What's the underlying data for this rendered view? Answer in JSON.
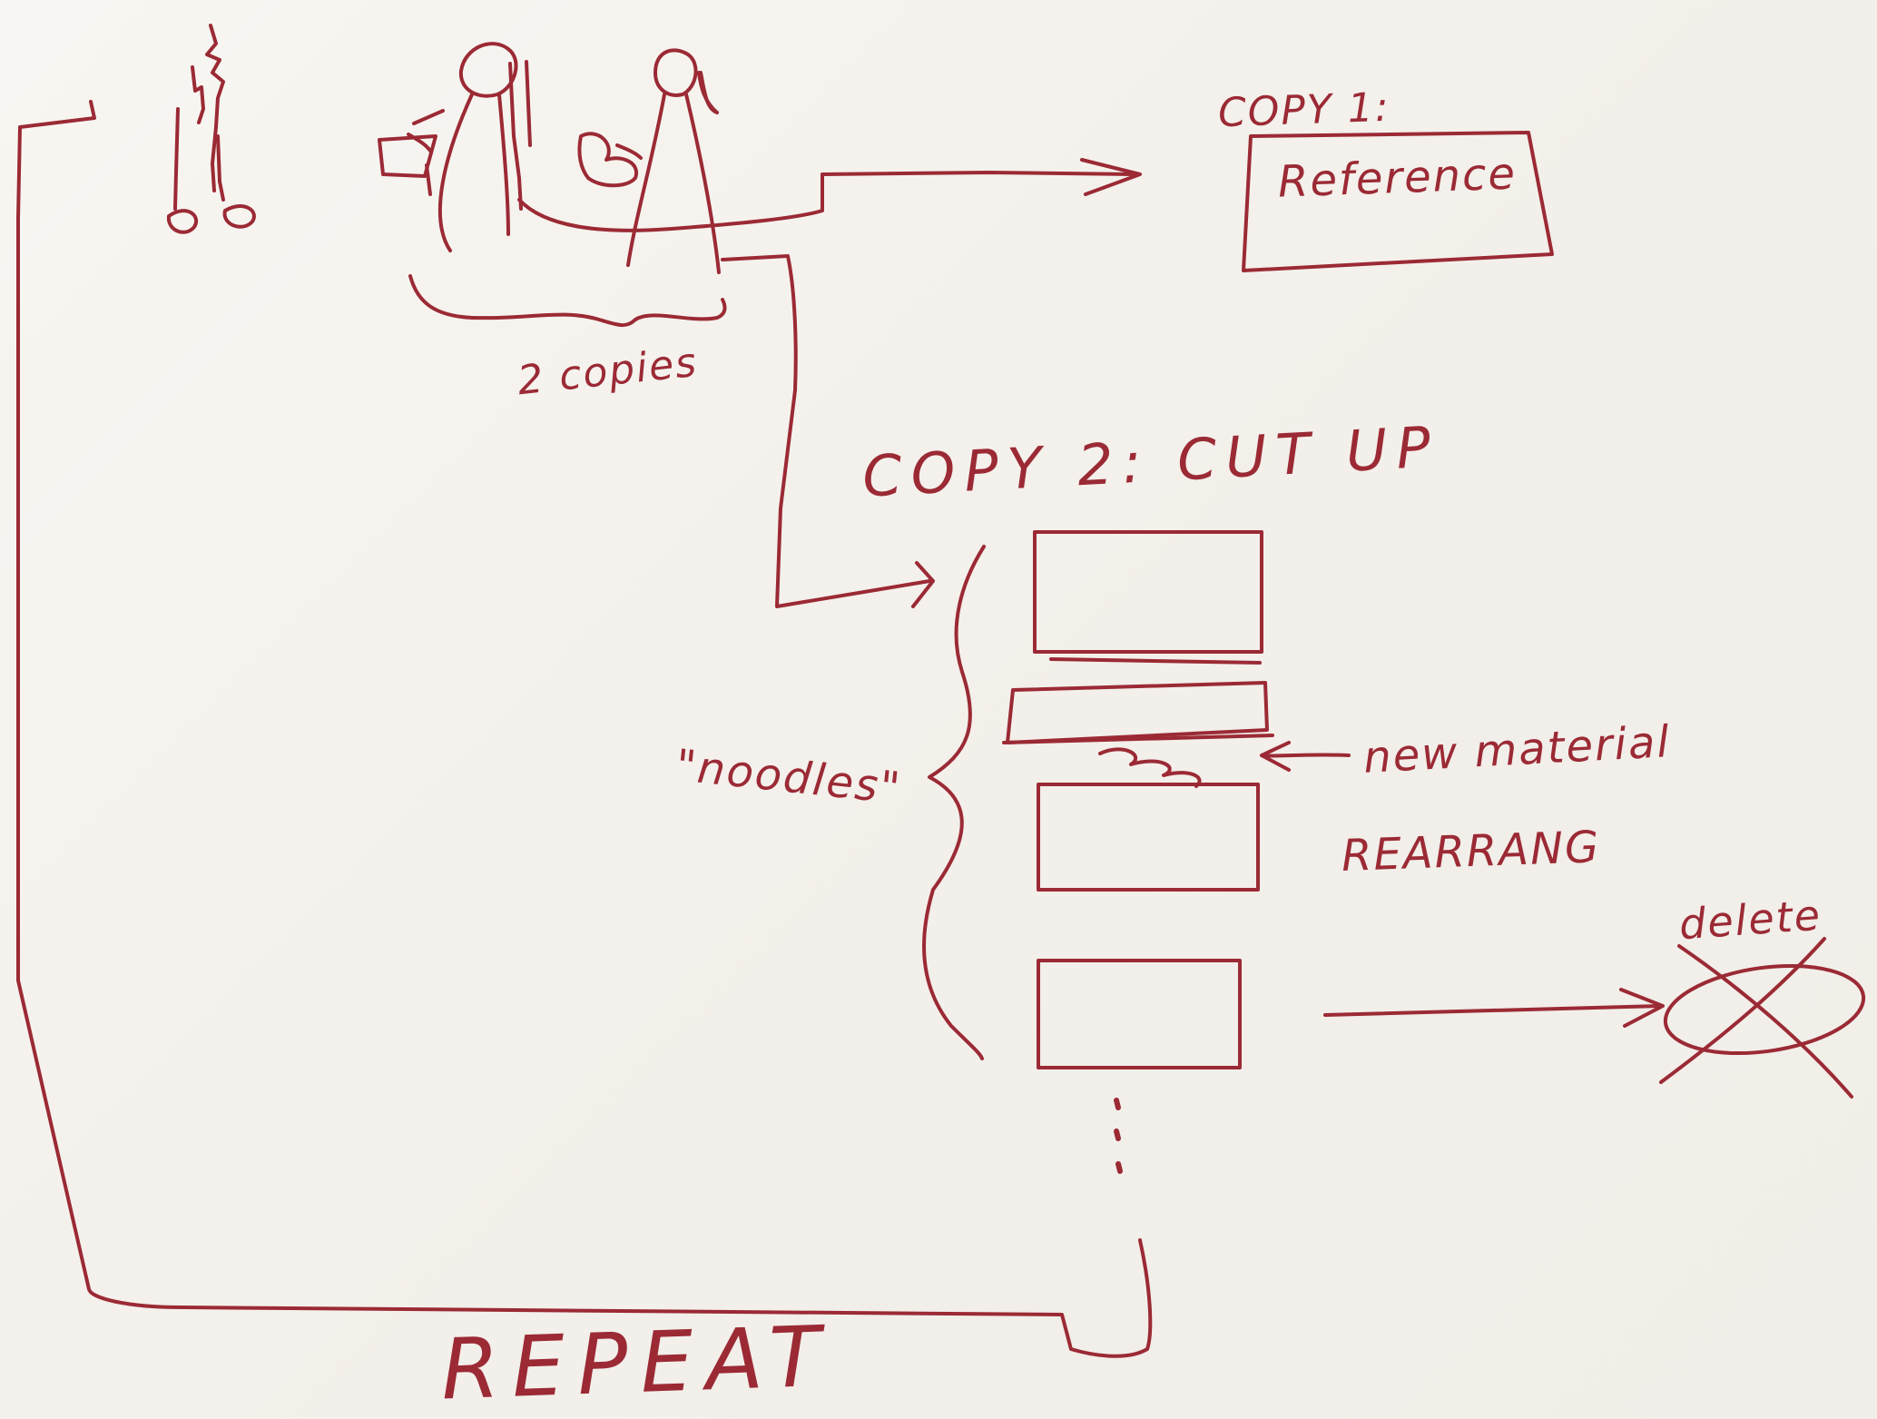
{
  "ink_color": "#9b2a35",
  "paper_color": "#f6f3ef",
  "labels": {
    "copy1": "COPY 1:",
    "reference": "Reference",
    "two_copies": "2 copies",
    "copy2": "COPY 2: CUT UP",
    "noodles": "\"noodles\"",
    "new_material": "new material",
    "rearrange": "REARRANG",
    "delete": "delete",
    "repeat": "REPEAT"
  },
  "icons": {
    "source": "source-figure-icon",
    "copier_1": "person-copying-icon",
    "copier_2": "person-copying-icon",
    "ellipsis": "vertical-ellipsis-icon",
    "trash": "crossed-out-bin-icon"
  }
}
